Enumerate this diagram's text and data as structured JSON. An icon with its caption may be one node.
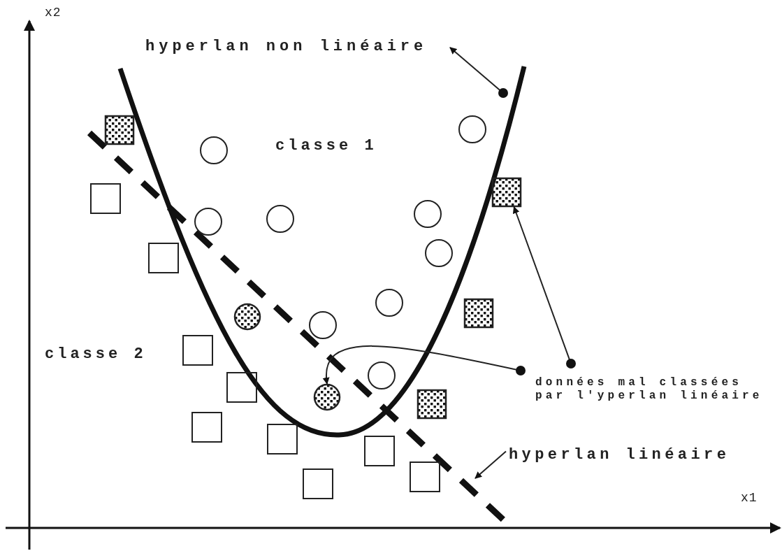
{
  "diagram": {
    "nodes": [
      {
        "text": [
          "hyperlan non linéaire"
        ]
      },
      {
        "text": [
          "données mal classées par l'yperlan linéaire"
        ]
      },
      {
        "text": [
          "hyperlan linéaire"
        ]
      },
      {
        "text": [],
        "shape": "circle"
      },
      {
        "text": [],
        "shape": "circle"
      },
      {
        "text": [],
        "shape": "box"
      },
      {
        "text": [],
        "shape": "box"
      },
      {
        "text": [],
        "shape": "box"
      },
      {
        "text": [],
        "shape": "box"
      }
    ],
    "edges": [
      {
        "from": null,
        "to": 0,
        "arrow": "to"
      },
      {
        "from": 1,
        "to": 4,
        "arrow": "to"
      },
      {
        "from": 1,
        "to": 6,
        "arrow": "to"
      },
      {
        "from": 2,
        "to": null,
        "arrow": "to"
      }
    ],
    "labels": [
      "x2",
      "classe 1",
      "classe 2",
      "x1"
    ]
  }
}
